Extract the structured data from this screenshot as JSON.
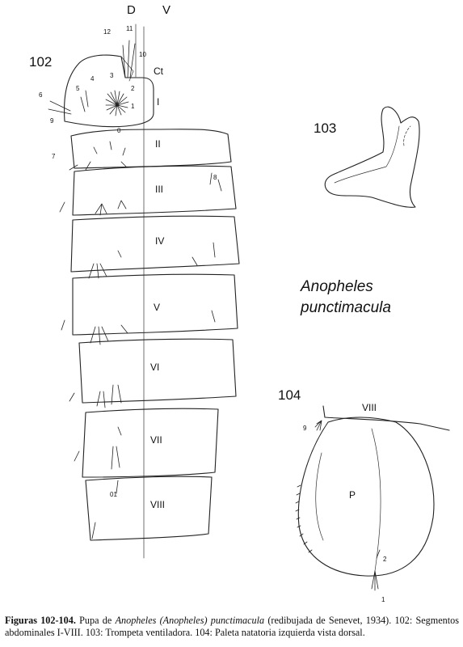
{
  "figure102": {
    "number": "102",
    "axis_labels": {
      "dorsal": "D",
      "ventral": "V"
    },
    "cephalothorax_label": "Ct",
    "segments": [
      "I",
      "II",
      "III",
      "IV",
      "V",
      "VI",
      "VII",
      "VIII"
    ],
    "setae_labels": [
      "12",
      "11",
      "10",
      "3",
      "2",
      "5",
      "4",
      "1",
      "6",
      "7",
      "9",
      "0",
      "8",
      "01"
    ]
  },
  "figure103": {
    "number": "103"
  },
  "figure104": {
    "number": "104",
    "segment_label": "VIII",
    "paddle_label": "P",
    "setae_labels": [
      "9",
      "2",
      "1"
    ]
  },
  "species": {
    "line1": "Anopheles",
    "line2": "punctimacula"
  },
  "caption": {
    "bold": "Figuras 102-104.",
    "part1": " Pupa de ",
    "italic": "Anopheles (Anopheles) punctimacula",
    "part2": " (redibujada de Senevet, 1934). 102: Segmentos abdominales I-VIII. 103: Trompeta ventiladora. 104: Paleta natatoria izquierda vista dorsal."
  }
}
